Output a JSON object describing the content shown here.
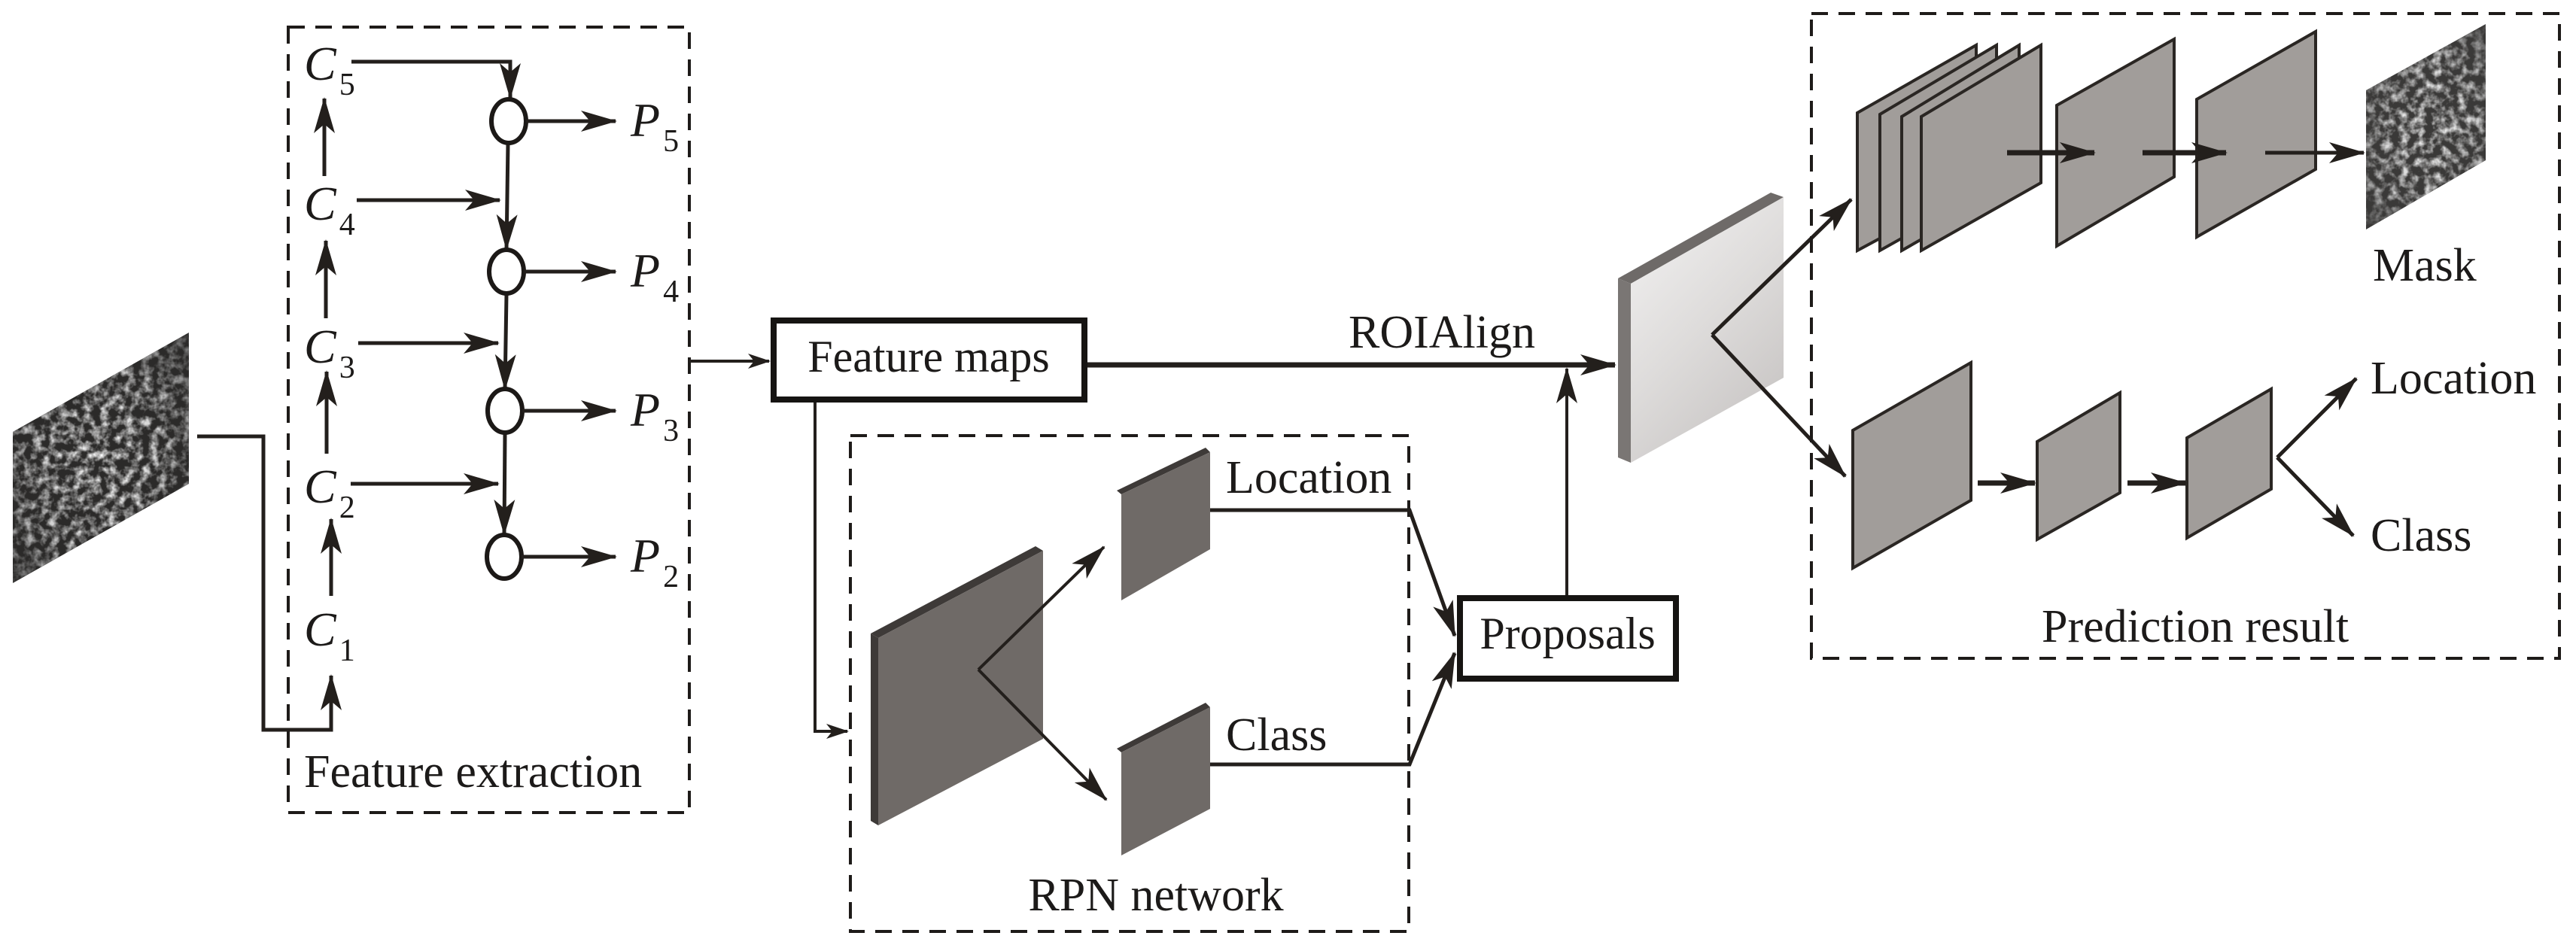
{
  "figure": {
    "type": "Mask R-CNN architecture diagram",
    "colors": {
      "line": "#231f1c",
      "text": "#1c1a19",
      "gray_map": "#a19d9a",
      "dark_map": "#6f6a67",
      "background": "#ffffff"
    }
  },
  "feature_extraction": {
    "title": "Feature extraction",
    "backbone_levels": [
      {
        "symbol": "C",
        "index": "1"
      },
      {
        "symbol": "C",
        "index": "2"
      },
      {
        "symbol": "C",
        "index": "3"
      },
      {
        "symbol": "C",
        "index": "4"
      },
      {
        "symbol": "C",
        "index": "5"
      }
    ],
    "pyramid_levels": [
      {
        "symbol": "P",
        "index": "2"
      },
      {
        "symbol": "P",
        "index": "3"
      },
      {
        "symbol": "P",
        "index": "4"
      },
      {
        "symbol": "P",
        "index": "5"
      }
    ]
  },
  "feature_maps": {
    "label": "Feature maps"
  },
  "roi_align": {
    "label": "ROIAlign"
  },
  "rpn": {
    "title": "RPN network",
    "outputs": {
      "location": "Location",
      "class": "Class"
    }
  },
  "proposals": {
    "label": "Proposals"
  },
  "prediction": {
    "title": "Prediction result",
    "mask_label": "Mask",
    "outputs": {
      "location": "Location",
      "class": "Class"
    }
  },
  "icons": {
    "input_image": "textured-input-image",
    "mask_output": "textured-mask-image",
    "merge_node": "circle-node",
    "feature_map": "parallelogram-map"
  }
}
